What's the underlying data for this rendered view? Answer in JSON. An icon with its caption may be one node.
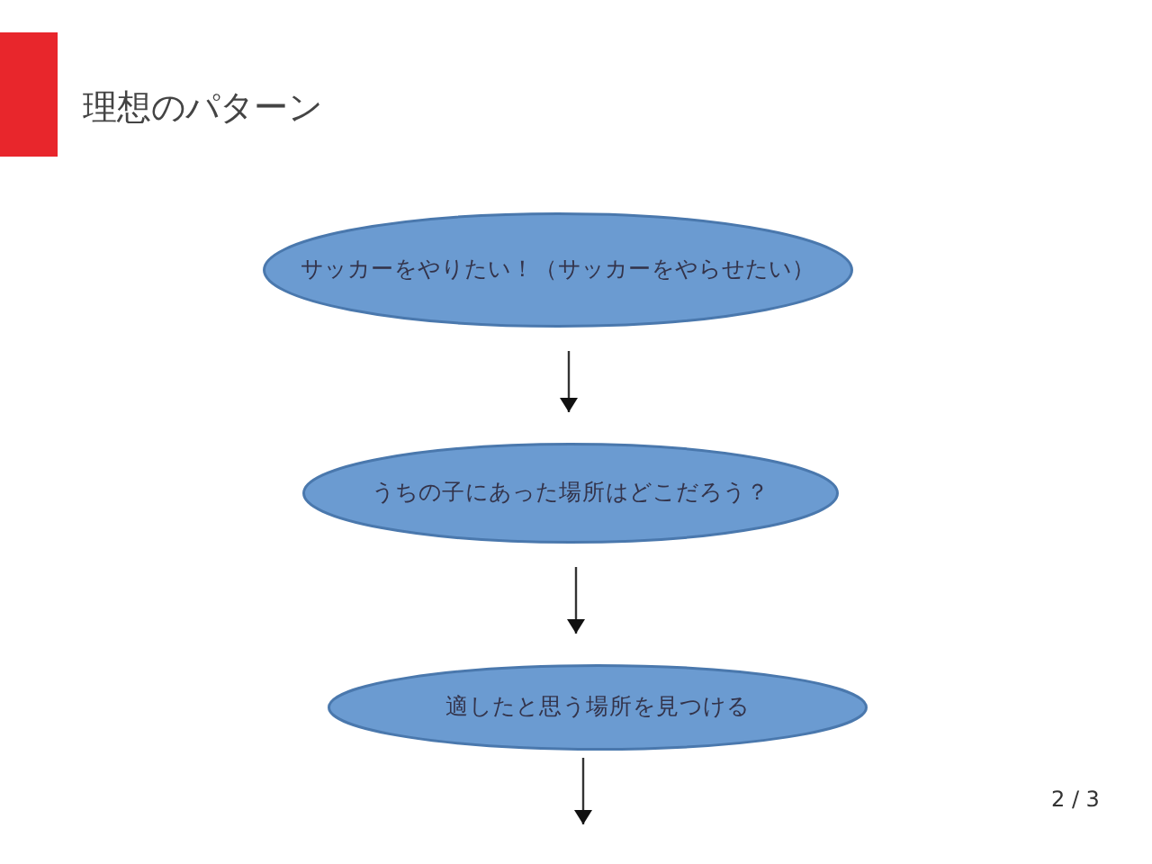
{
  "diagram": {
    "title": "理想のパターン",
    "nodes": [
      {
        "text": [
          "サッカーをやりたい！（サッカーをやらせたい）"
        ]
      },
      {
        "text": [
          "うちの子にあった場所はどこだろう？"
        ]
      },
      {
        "text": [
          "適したと思う場所を見つける"
        ]
      }
    ],
    "edges": [
      {
        "from": 0,
        "to": 1,
        "arrow": "to"
      },
      {
        "from": 1,
        "to": 2,
        "arrow": "to"
      },
      {
        "from": 2,
        "to": null,
        "arrow": "to"
      }
    ],
    "labels": [
      "2 / 3"
    ]
  }
}
